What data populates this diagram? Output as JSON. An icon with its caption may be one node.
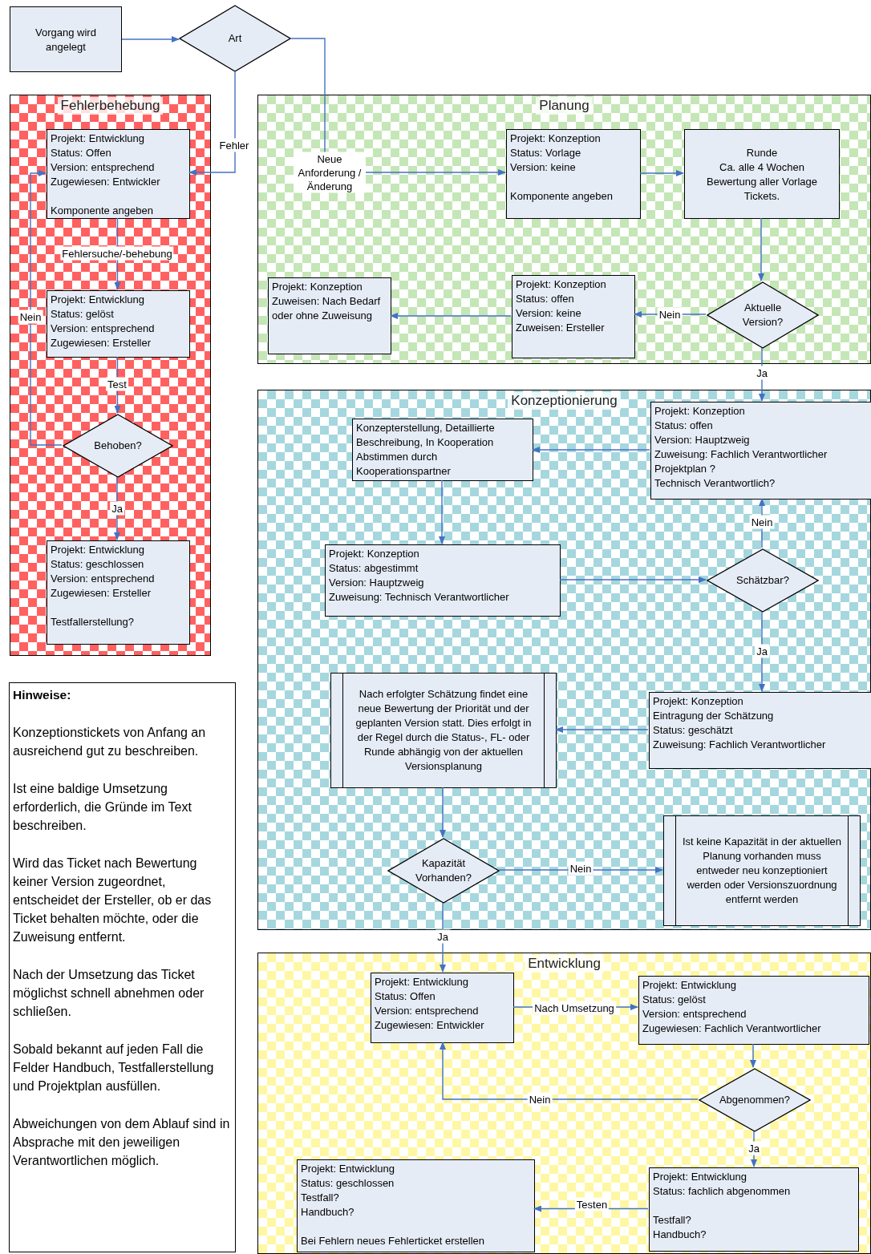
{
  "diagram": {
    "nodes": [
      {
        "text": [
          "Vorgang wird angelegt"
        ]
      },
      {
        "text": [
          "Art"
        ]
      },
      {
        "text": [
          "Fehlerbehebung"
        ]
      },
      {
        "text": [
          "Projekt: Entwicklung",
          "Status: Offen",
          "Version: entsprechend",
          "Zugewiesen: Entwickler",
          "Komponente angeben"
        ],
        "in": 2
      },
      {
        "text": [
          "Projekt: Entwicklung",
          "Status: gelöst",
          "Version: entsprechend",
          "Zugewiesen: Ersteller"
        ],
        "in": 2
      },
      {
        "text": [
          "Behoben?"
        ],
        "in": 2
      },
      {
        "text": [
          "Projekt: Entwicklung",
          "Status: geschlossen",
          "Version: entsprechend",
          "Zugewiesen: Ersteller",
          "Testfallerstellung?"
        ],
        "in": 2
      },
      {
        "text": [
          "Planung"
        ]
      },
      {
        "text": [
          "Projekt: Konzeption",
          "Status: Vorlage",
          "Version: keine",
          "Komponente angeben"
        ],
        "in": 7
      },
      {
        "text": [
          "Runde",
          "Ca. alle 4 Wochen",
          "Bewertung aller Vorlage Tickets."
        ],
        "in": 7
      },
      {
        "text": [
          "Aktuelle Version?"
        ],
        "in": 7
      },
      {
        "text": [
          "Projekt: Konzeption",
          "Status: offen",
          "Version: keine",
          "Zuweisen: Ersteller"
        ],
        "in": 7
      },
      {
        "text": [
          "Projekt: Konzeption",
          "Zuweisen: Nach Bedarf oder ohne Zuweisung"
        ],
        "in": 7
      },
      {
        "text": [
          "Konzeptionierung"
        ]
      },
      {
        "text": [
          "Projekt: Konzeption",
          "Status: offen",
          "Version: Hauptzweig",
          "Zuweisung: Fachlich Verantwortlicher",
          "Projektplan ?",
          "Technisch Verantwortlich?"
        ],
        "in": 13
      },
      {
        "text": [
          "Konzepterstellung, Detaillierte Beschreibung, In Kooperation Abstimmen durch Kooperationspartner"
        ],
        "in": 13
      },
      {
        "text": [
          "Projekt: Konzeption",
          "Status: abgestimmt",
          "Version: Hauptzweig",
          "Zuweisung: Technisch Verantwortlicher"
        ],
        "in": 13
      },
      {
        "text": [
          "Schätzbar?"
        ],
        "in": 13
      },
      {
        "text": [
          "Projekt: Konzeption",
          "Eintragung der Schätzung",
          "Status: geschätzt",
          "Zuweisung: Fachlich Verantwortlicher"
        ],
        "in": 13
      },
      {
        "text": [
          "Nach erfolgter Schätzung findet eine neue Bewertung der Priorität und der geplanten Version statt. Dies erfolgt in der Regel durch die Status-, FL- oder Runde abhängig von der aktuellen Versionsplanung"
        ],
        "in": 13
      },
      {
        "text": [
          "Kapazität Vorhanden?"
        ],
        "in": 13
      },
      {
        "text": [
          "Ist keine Kapazität in der aktuellen Planung vorhanden muss entweder neu konzeptioniert werden oder Versionszuordnung entfernt werden"
        ],
        "in": 13
      },
      {
        "text": [
          "Entwicklung"
        ]
      },
      {
        "text": [
          "Projekt: Entwicklung",
          "Status: Offen",
          "Version: entsprechend",
          "Zugewiesen: Entwickler"
        ],
        "in": 22
      },
      {
        "text": [
          "Projekt: Entwicklung",
          "Status: gelöst",
          "Version: entsprechend",
          "Zugewiesen: Fachlich Verantwortlicher"
        ],
        "in": 22
      },
      {
        "text": [
          "Abgenommen?"
        ],
        "in": 22
      },
      {
        "text": [
          "Projekt: Entwicklung",
          "Status: fachlich abgenommen",
          "Testfall?",
          "Handbuch?"
        ],
        "in": 22
      },
      {
        "text": [
          "Projekt: Entwicklung",
          "Status: geschlossen",
          "Testfall?",
          "Handbuch?",
          "Bei Fehlern neues Fehlerticket erstellen"
        ],
        "in": 22
      },
      {
        "text": [
          "Hinweise:",
          "Konzeptionstickets von Anfang an ausreichend gut zu beschreiben.",
          "Ist eine baldige Umsetzung erforderlich, die Gründe im Text beschreiben.",
          "Wird das Ticket nach Bewertung keiner Version zugeordnet, entscheidet der Ersteller, ob er das Ticket behalten möchte, oder die Zuweisung entfernt.",
          "Nach der Umsetzung das Ticket möglichst schnell abnehmen oder schließen.",
          "Sobald bekannt auf jeden Fall die Felder Handbuch, Testfallerstellung und Projektplan ausfüllen.",
          "Abweichungen von dem Ablauf sind in Absprache mit den jeweiligen Verantwortlichen möglich."
        ]
      }
    ],
    "edges": [
      {
        "from": 0,
        "to": 1,
        "arrow": "to"
      },
      {
        "from": 1,
        "to": 3,
        "arrow": "to",
        "label": "Fehler"
      },
      {
        "from": 1,
        "to": 8,
        "arrow": "to",
        "label": "Neue Anforderung / Änderung"
      },
      {
        "from": 3,
        "to": 4,
        "arrow": "to",
        "label": "Fehlersuche/-behebung"
      },
      {
        "from": 4,
        "to": 5,
        "arrow": "to",
        "label": "Test"
      },
      {
        "from": 5,
        "to": 3,
        "arrow": "to",
        "label": "Nein"
      },
      {
        "from": 5,
        "to": 6,
        "arrow": "to",
        "label": "Ja"
      },
      {
        "from": 8,
        "to": 9,
        "arrow": "to"
      },
      {
        "from": 9,
        "to": 10,
        "arrow": "to"
      },
      {
        "from": 10,
        "to": 11,
        "arrow": "to",
        "label": "Nein"
      },
      {
        "from": 11,
        "to": 12,
        "arrow": "to"
      },
      {
        "from": 10,
        "to": 14,
        "arrow": "to",
        "label": "Ja"
      },
      {
        "from": 14,
        "to": 15,
        "arrow": "to"
      },
      {
        "from": 15,
        "to": 16,
        "arrow": "to"
      },
      {
        "from": 16,
        "to": 17,
        "arrow": "to"
      },
      {
        "from": 17,
        "to": 14,
        "arrow": "to",
        "label": "Nein"
      },
      {
        "from": 17,
        "to": 18,
        "arrow": "to",
        "label": "Ja"
      },
      {
        "from": 18,
        "to": 19,
        "arrow": "to"
      },
      {
        "from": 19,
        "to": 20,
        "arrow": "to"
      },
      {
        "from": 20,
        "to": 21,
        "arrow": "to",
        "label": "Nein"
      },
      {
        "from": 20,
        "to": 23,
        "arrow": "to",
        "label": "Ja"
      },
      {
        "from": 23,
        "to": 24,
        "arrow": "to",
        "label": "Nach Umsetzung"
      },
      {
        "from": 24,
        "to": 25,
        "arrow": "to"
      },
      {
        "from": 25,
        "to": 23,
        "arrow": "to",
        "label": "Nein"
      },
      {
        "from": 25,
        "to": 26,
        "arrow": "to",
        "label": "Ja"
      },
      {
        "from": 26,
        "to": 27,
        "arrow": "to",
        "label": "Testen"
      }
    ]
  }
}
